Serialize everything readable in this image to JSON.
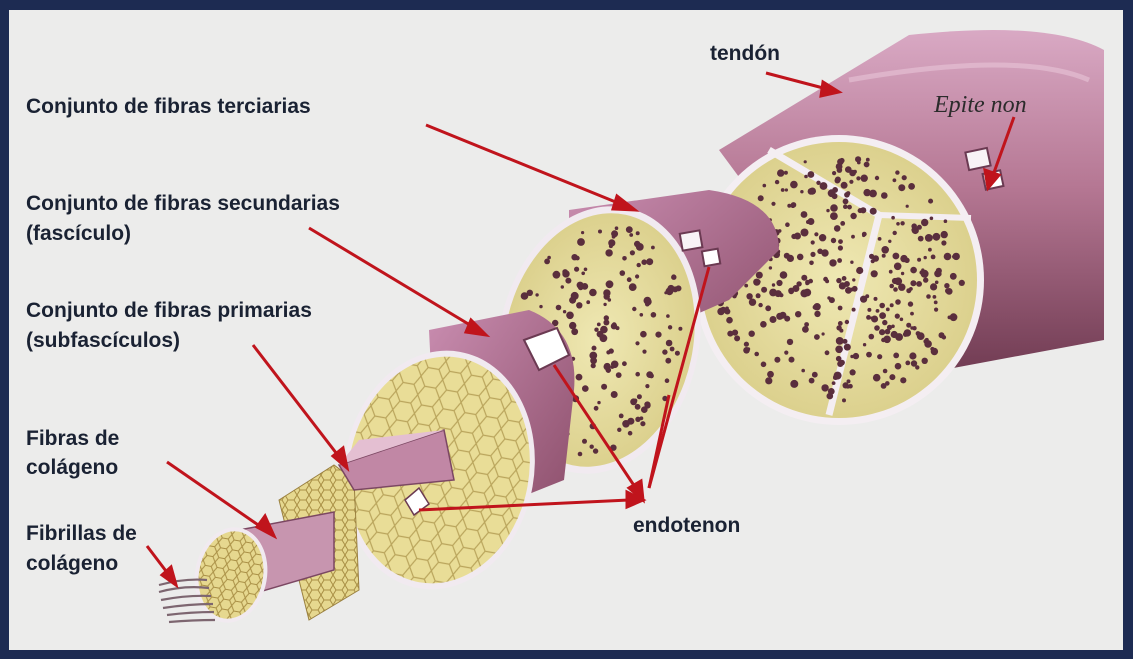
{
  "labels": {
    "tendon": "tendón",
    "epitenon": "Epite non",
    "tertiary_line1": "Conjunto de fibras terciarias",
    "secondary_line1": "Conjunto de fibras secundarias",
    "secondary_line2": "(fascículo)",
    "primary_line1": "Conjunto de fibras primarias",
    "primary_line2": "(subfascículos)",
    "collagen_fibers_line1": "Fibras de",
    "collagen_fibers_line2": "colágeno",
    "collagen_fibrils_line1": "Fibrillas de",
    "collagen_fibrils_line2": "colágeno",
    "endotenon": "endotenon"
  },
  "colors": {
    "frame": "#1d2b52",
    "background": "#ececeb",
    "arrow": "#c0141c",
    "sheath": "#b0708f",
    "cross_section": "#e3dca0",
    "dots": "#5a2e3d"
  }
}
